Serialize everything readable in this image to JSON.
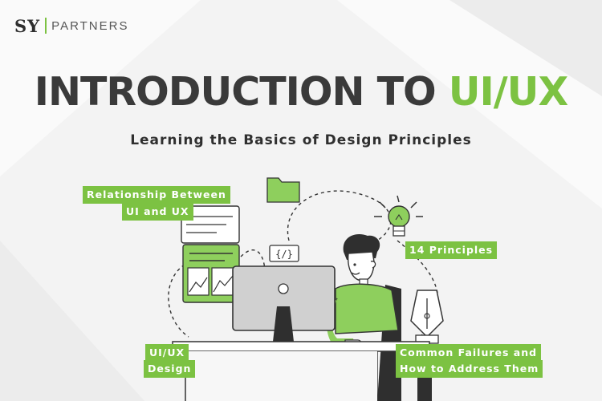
{
  "brand": {
    "mark": "SY",
    "name": "PARTNERS",
    "accent": "#7cc242"
  },
  "title": {
    "part1": "INTRODUCTION TO ",
    "part2": "UI/UX"
  },
  "subtitle": "Learning the Basics of Design Principles",
  "code_glyph": "{/}",
  "tags": {
    "relationship_line1": "Relationship Between",
    "relationship_line2": "UI and UX",
    "principles": "14 Principles",
    "uiux_line1": "UI/UX",
    "uiux_line2": "Design",
    "failures_line1": "Common Failures and",
    "failures_line2": "How to Address Them"
  },
  "colors": {
    "accent": "#7cc242",
    "dark": "#333333",
    "background": "#f3f3f3"
  },
  "icons": [
    "folder-icon",
    "lightbulb-icon",
    "pen-nib-icon",
    "code-icon",
    "image-icon"
  ]
}
